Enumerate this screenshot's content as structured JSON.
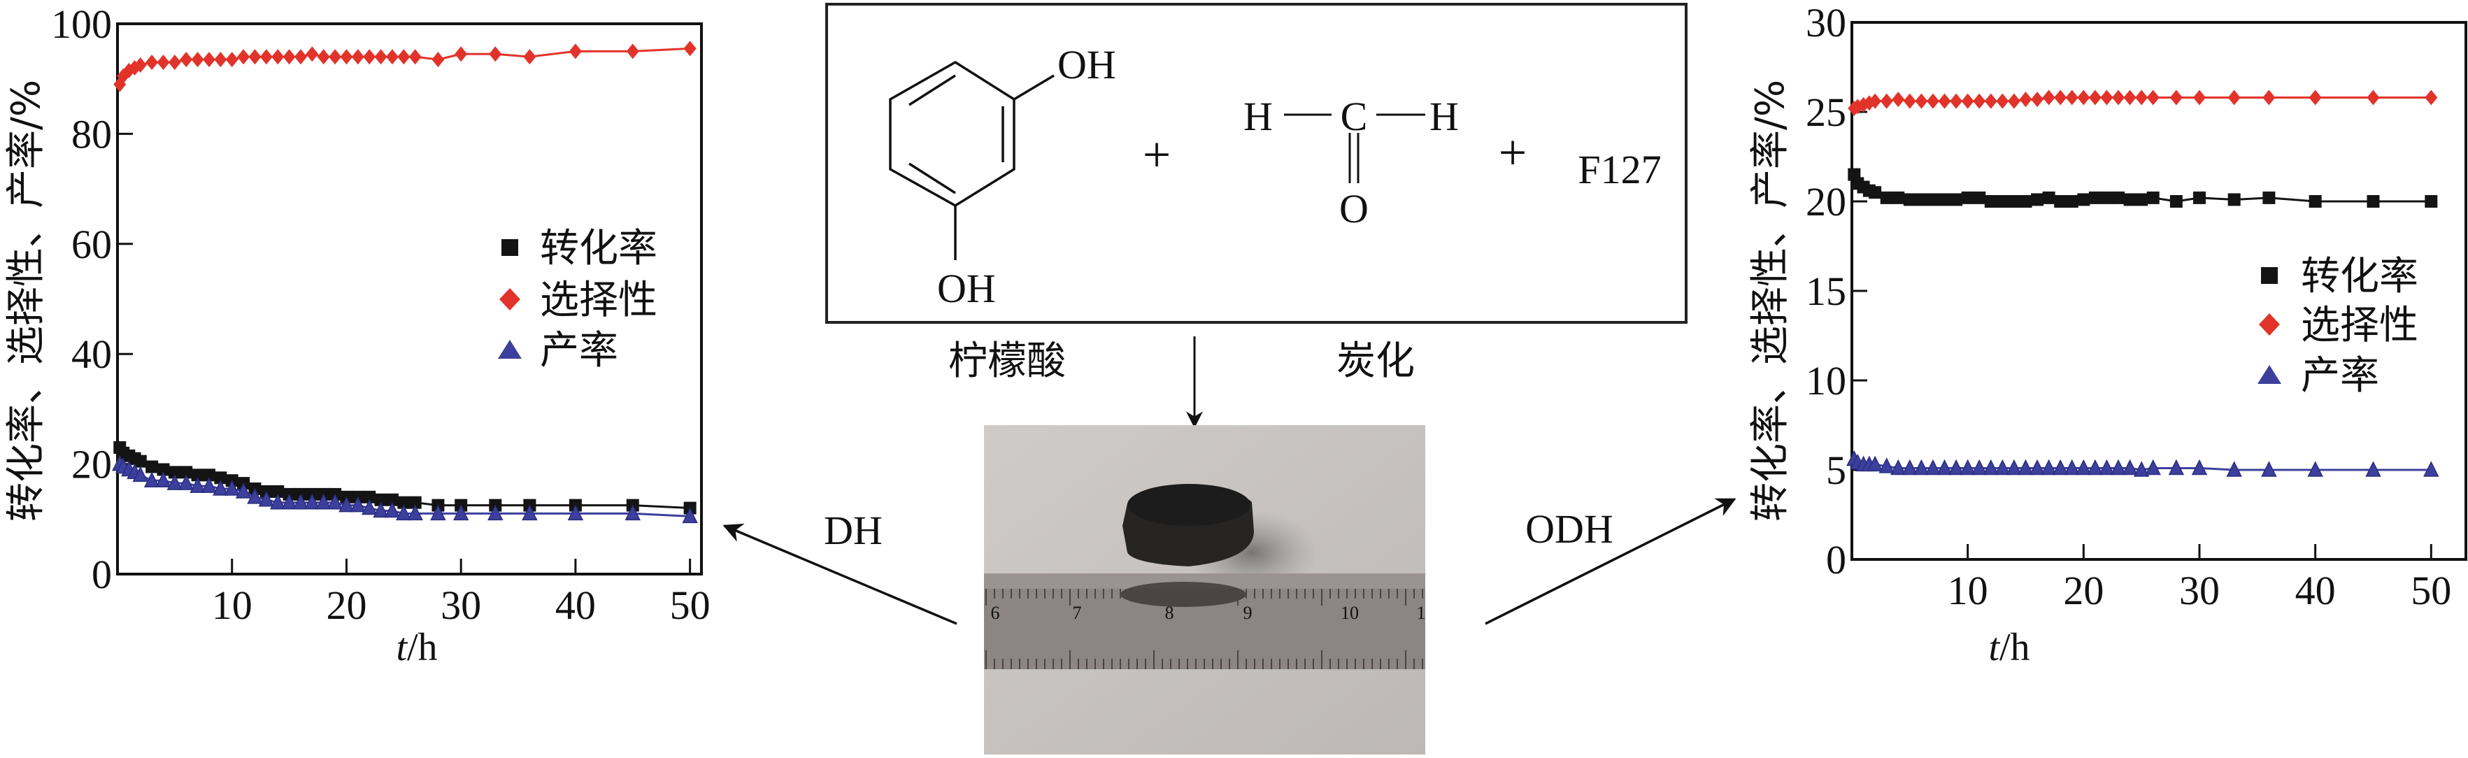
{
  "scheme": {
    "reactant_oh_top": "OH",
    "reactant_oh_bottom": "OH",
    "plus_1": "+",
    "formaldehyde_h_left": "H",
    "formaldehyde_c": "C",
    "formaldehyde_h_right": "H",
    "formaldehyde_o": "O",
    "plus_2": "+",
    "f127": "F127",
    "label_citric_acid": "柠檬酸",
    "label_carbonization": "炭化",
    "arrow_left_label": "DH",
    "arrow_right_label": "ODH"
  },
  "photo": {
    "ruler_labels": [
      "6",
      "7",
      "8",
      "9",
      "10",
      "1"
    ]
  },
  "colors": {
    "conversion": "#141414",
    "selectivity": "#e2332b",
    "yield": "#3c409c",
    "yield_outline": "#2a2d80"
  },
  "chart_data": [
    {
      "id": "dh",
      "type": "line",
      "title": "DH",
      "xlabel_italic": "t",
      "xlabel_rest": "/h",
      "ylabel": "转化率、选择性、产率/%",
      "xlim": [
        0,
        51
      ],
      "ylim": [
        0,
        100
      ],
      "xticks": [
        10,
        20,
        30,
        40,
        50
      ],
      "yticks": [
        0,
        20,
        40,
        60,
        80,
        100
      ],
      "legend": [
        "转化率",
        "选择性",
        "产率"
      ],
      "legend_position": "center-right",
      "x": [
        0.2,
        0.5,
        1,
        1.5,
        2,
        3,
        4,
        5,
        6,
        7,
        8,
        9,
        10,
        11,
        12,
        13,
        14,
        15,
        16,
        17,
        18,
        19,
        20,
        21,
        22,
        23,
        24,
        25,
        26,
        28,
        30,
        33,
        36,
        40,
        45,
        50
      ],
      "series": [
        {
          "name": "转化率",
          "marker": "square",
          "values": [
            23,
            22,
            21.5,
            21,
            20.5,
            19.5,
            19,
            18.5,
            18.5,
            18,
            18,
            17.5,
            17,
            16.5,
            15.5,
            15,
            15,
            14.5,
            14.5,
            14.5,
            14.5,
            14.5,
            14,
            14,
            14,
            13.5,
            13.5,
            13,
            13,
            12.5,
            12.5,
            12.5,
            12.5,
            12.5,
            12.5,
            12
          ]
        },
        {
          "name": "选择性",
          "marker": "diamond",
          "values": [
            89,
            90.5,
            91.5,
            92,
            92.5,
            93,
            93,
            93,
            93.5,
            93.5,
            93.5,
            93.5,
            93.5,
            94,
            94,
            94,
            94,
            94,
            94,
            94.5,
            94,
            94,
            94,
            94,
            94,
            94,
            94,
            94,
            94,
            93.5,
            94.5,
            94.5,
            94,
            95,
            95,
            95.5
          ]
        },
        {
          "name": "产率",
          "marker": "triangle",
          "values": [
            20,
            19.5,
            19,
            18.5,
            18,
            17,
            17,
            16.5,
            16.5,
            16,
            16,
            15.5,
            15.5,
            15,
            14,
            13.5,
            13,
            13,
            13,
            13,
            13,
            13,
            12.5,
            12.5,
            12,
            11.5,
            11.5,
            11,
            11,
            11,
            11,
            11,
            11,
            11,
            11,
            10.5
          ]
        }
      ]
    },
    {
      "id": "odh",
      "type": "line",
      "title": "ODH",
      "xlabel_italic": "t",
      "xlabel_rest": "/h",
      "ylabel": "转化率、选择性、产率/%",
      "xlim": [
        0,
        53
      ],
      "ylim": [
        0,
        30
      ],
      "xticks": [
        10,
        20,
        30,
        40,
        50
      ],
      "yticks": [
        0,
        5,
        10,
        15,
        20,
        25,
        30
      ],
      "legend": [
        "转化率",
        "选择性",
        "产率"
      ],
      "legend_position": "center-right",
      "x": [
        0.2,
        0.5,
        1,
        1.5,
        2,
        3,
        4,
        5,
        6,
        7,
        8,
        9,
        10,
        11,
        12,
        13,
        14,
        15,
        16,
        17,
        18,
        19,
        20,
        21,
        22,
        23,
        24,
        25,
        26,
        28,
        30,
        33,
        36,
        40,
        45,
        50
      ],
      "series": [
        {
          "name": "转化率",
          "marker": "square",
          "values": [
            21.5,
            21,
            20.8,
            20.6,
            20.5,
            20.2,
            20.2,
            20.1,
            20.1,
            20.1,
            20.1,
            20.1,
            20.2,
            20.2,
            20,
            20,
            20,
            20,
            20.1,
            20.2,
            20,
            20,
            20.1,
            20.2,
            20.2,
            20.2,
            20.1,
            20.1,
            20.2,
            20,
            20.2,
            20.1,
            20.2,
            20,
            20,
            20
          ]
        },
        {
          "name": "选择性",
          "marker": "diamond",
          "values": [
            25.2,
            25.3,
            25.4,
            25.5,
            25.6,
            25.6,
            25.7,
            25.6,
            25.6,
            25.6,
            25.6,
            25.6,
            25.6,
            25.6,
            25.6,
            25.6,
            25.6,
            25.7,
            25.7,
            25.8,
            25.8,
            25.8,
            25.8,
            25.8,
            25.8,
            25.8,
            25.8,
            25.8,
            25.8,
            25.8,
            25.8,
            25.8,
            25.8,
            25.8,
            25.8,
            25.8
          ]
        },
        {
          "name": "产率",
          "marker": "triangle",
          "values": [
            5.6,
            5.4,
            5.3,
            5.3,
            5.3,
            5.2,
            5.1,
            5.1,
            5.1,
            5.1,
            5.1,
            5.1,
            5.1,
            5.1,
            5.1,
            5.1,
            5.1,
            5.1,
            5.1,
            5.1,
            5.1,
            5.1,
            5.1,
            5.1,
            5.1,
            5.1,
            5.1,
            5,
            5.1,
            5.1,
            5.1,
            5,
            5,
            5,
            5,
            5
          ]
        }
      ]
    }
  ]
}
